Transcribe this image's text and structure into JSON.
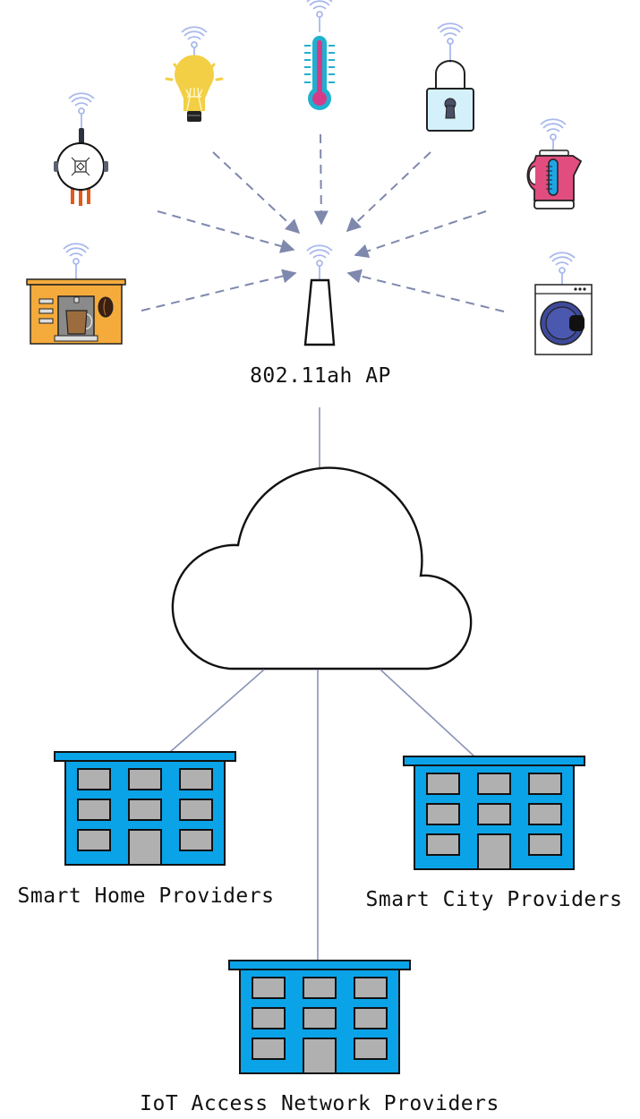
{
  "diagram": {
    "title": "802.11ah IoT network topology",
    "access_point": {
      "label": "802.11ah AP",
      "icon": "access-point-icon"
    },
    "cloud": {
      "icon": "cloud-icon"
    },
    "devices": [
      {
        "name": "smart-speaker",
        "icon": "smart-speaker-icon"
      },
      {
        "name": "light-bulb",
        "icon": "light-bulb-icon"
      },
      {
        "name": "thermometer",
        "icon": "thermometer-icon"
      },
      {
        "name": "smart-lock",
        "icon": "padlock-icon"
      },
      {
        "name": "kettle",
        "icon": "kettle-icon"
      },
      {
        "name": "coffee-machine",
        "icon": "coffee-machine-icon"
      },
      {
        "name": "washing-machine",
        "icon": "washing-machine-icon"
      }
    ],
    "providers": [
      {
        "label": "Smart Home Providers",
        "icon": "building-icon"
      },
      {
        "label": "Smart City Providers",
        "icon": "building-icon"
      },
      {
        "label": "IoT Access Network Providers",
        "icon": "building-icon"
      }
    ],
    "colors": {
      "arrow": "#7f88ad",
      "wifi": "#a9b9ec",
      "building": "#0aa3e8",
      "window": "#b0b0b0",
      "bulb": "#f2cf45",
      "thermometer_outer": "#1fb1cf",
      "thermometer_inner": "#d43c8a",
      "lock_body": "#d4f1fb",
      "kettle": "#e14d7f",
      "coffee_machine": "#f5ab3c",
      "washer_drum": "#3d4a9b"
    }
  }
}
